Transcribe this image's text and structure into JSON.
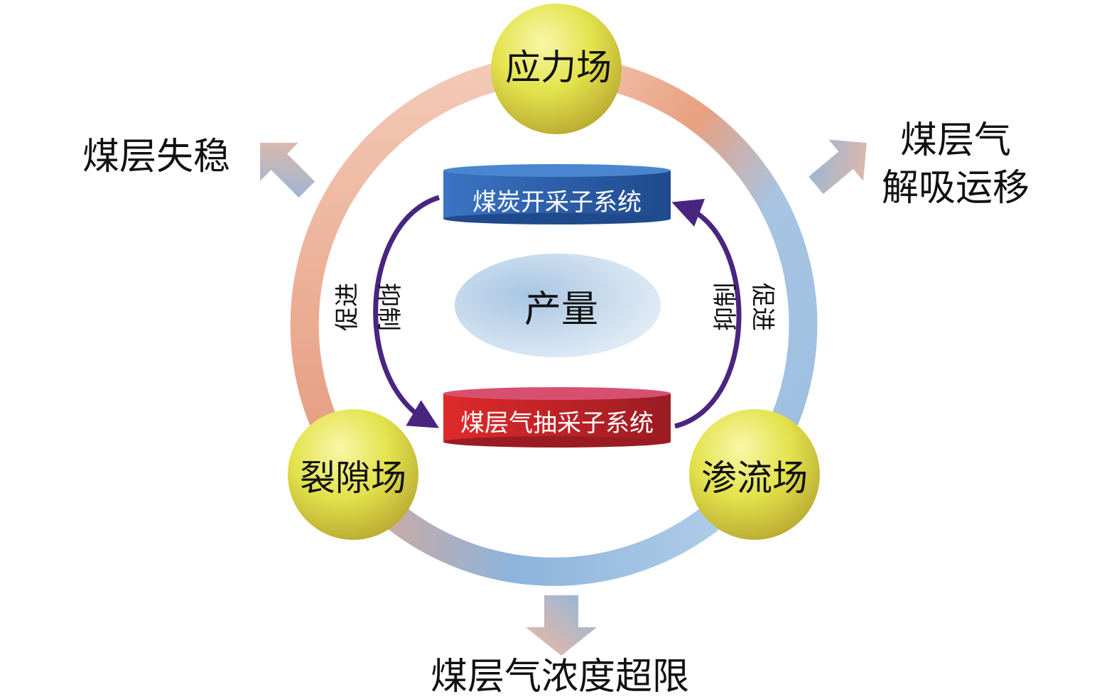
{
  "fields": {
    "stress": "应力场",
    "fracture": "裂隙场",
    "seepage": "渗流场"
  },
  "subsystems": {
    "coal_mining": "煤炭开采子系统",
    "cbm_extraction": "煤层气抽采子系统"
  },
  "center": "产量",
  "left_arrow": {
    "outer": "促进",
    "inner": "抑制"
  },
  "right_arrow": {
    "outer": "促进",
    "inner": "抑制"
  },
  "outcomes": {
    "instability": "煤层失稳",
    "desorption_line1": "煤层气",
    "desorption_line2": "解吸运移",
    "over_limit": "煤层气浓度超限"
  },
  "colors": {
    "ring_peach": "#f0b9a0",
    "ring_orange": "#e59470",
    "ring_blue": "#9dbfe0",
    "yellow": "#e2e24a",
    "blue_cylinder": "#2d63b0",
    "red_cylinder": "#d42a2a",
    "purple_arrow": "#4a2580"
  }
}
